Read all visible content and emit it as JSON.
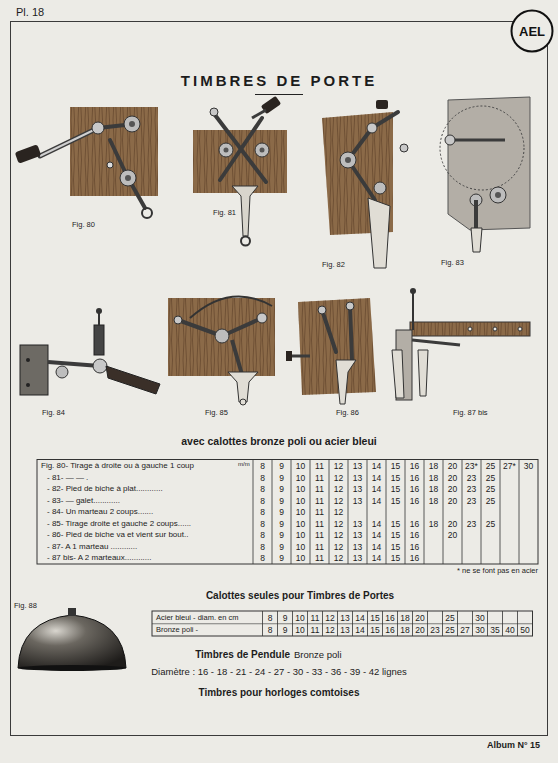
{
  "diagram": {
    "title": "TIMBRES DE PORTE",
    "nodes": [
      {
        "text": [
          "AEL"
        ]
      }
    ],
    "labels": [
      "Pl. 18",
      "Fig. 80",
      "Fig. 81",
      "Fig. 82",
      "Fig. 83",
      "Fig. 84",
      "Fig. 85",
      "Fig. 86",
      "Fig. 87 bis",
      "avec calottes bronze poli ou acier bleui",
      "Fig. 80- Tirage à droite ou à gauche 1 coup",
      "m/m",
      "8",
      "9",
      "10",
      "11",
      "12",
      "13",
      "14",
      "15",
      "16",
      "18",
      "20",
      "23*",
      "25",
      "27*",
      "30",
      "- 81- — — .",
      "8",
      "9",
      "10",
      "11",
      "12",
      "13",
      "14",
      "15",
      "16",
      "18",
      "20",
      "23",
      "25",
      "- 82- Pied de biche à plat............",
      "8",
      "9",
      "10",
      "11",
      "12",
      "13",
      "14",
      "15",
      "16",
      "18",
      "20",
      "23",
      "25",
      "- 83- — galet............",
      "8",
      "9",
      "10",
      "11",
      "12",
      "13",
      "14",
      "15",
      "16",
      "18",
      "20",
      "23",
      "25",
      "- 84- Un marteau 2 coups.......",
      "8",
      "9",
      "10",
      "11",
      "12",
      "- 85- Tirage droite et gauche 2 coups......",
      "8",
      "9",
      "10",
      "11",
      "12",
      "13",
      "14",
      "15",
      "16",
      "18",
      "20",
      "23",
      "25",
      "- 86- Pied de biche va et vient sur bout..",
      "8",
      "9",
      "10",
      "11",
      "12",
      "13",
      "14",
      "15",
      "16",
      "20",
      "- 87- A 1 marteau ............",
      "8",
      "9",
      "10",
      "11",
      "12",
      "13",
      "14",
      "15",
      "16",
      "- 87 bis- A 2 marteaux............",
      "8",
      "9",
      "10",
      "11",
      "12",
      "13",
      "14",
      "15",
      "16",
      "* ne se font pas en acier",
      "Calottes seules pour Timbres de Portes",
      "Fig. 88",
      "Acier bleui - diam. en cm",
      "8",
      "9",
      "10",
      "11",
      "12",
      "13",
      "14",
      "15",
      "16",
      "18",
      "20",
      "25",
      "30",
      "Bronze poli -",
      "8",
      "9",
      "10",
      "11",
      "12",
      "13",
      "14",
      "15",
      "16",
      "18",
      "20",
      "23",
      "25",
      "27",
      "30",
      "35",
      "40",
      "50",
      "Timbres de Pendule",
      "Bronze poli",
      "Diamètre : 16 - 18 - 21 - 24 - 27 - 30 - 33 - 36 - 39 - 42 lignes",
      "Timbres pour horloges comtoises",
      "Album N° 15"
    ]
  }
}
